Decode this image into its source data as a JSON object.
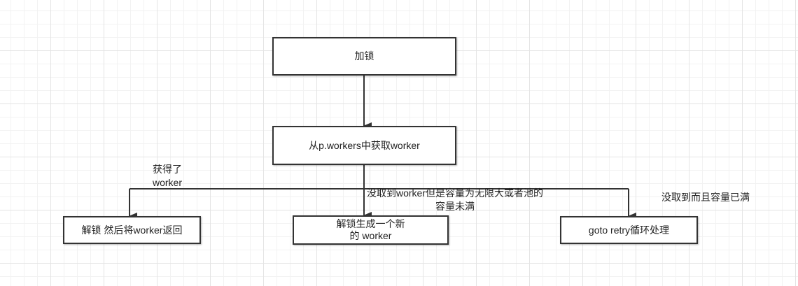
{
  "nodes": {
    "lock": "加锁",
    "get_worker": "从p.workers中获取worker",
    "unlock_return": "解锁 然后将worker返回",
    "unlock_new": "解锁生成一个新的 worker",
    "retry": "goto retry循环处理"
  },
  "edge_labels": {
    "got_worker": "获得了 worker",
    "not_got_unlimited": "没取到worker但是容量为无限大或者池的容量未满",
    "not_got_full": "没取到而且容量已满"
  },
  "colors": {
    "stroke": "#333333"
  }
}
